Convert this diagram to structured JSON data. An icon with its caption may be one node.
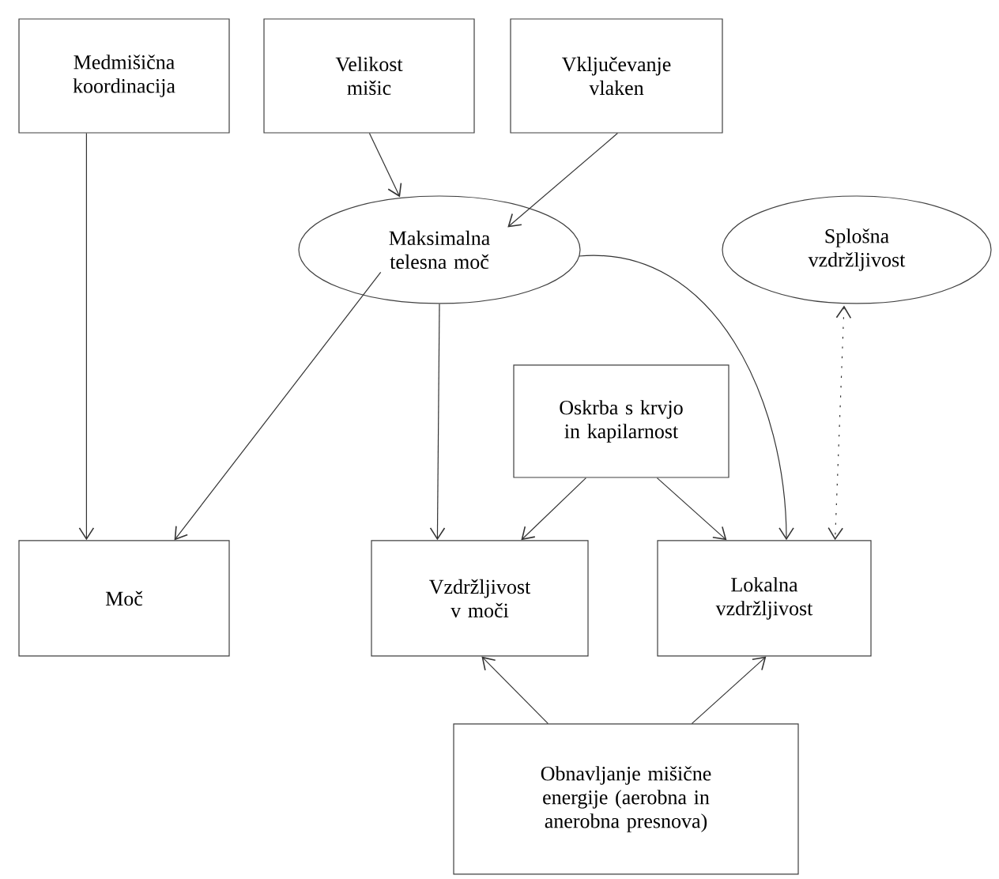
{
  "diagram": {
    "nodes": [
      {
        "text": [
          "Medmišična koordinacija"
        ]
      },
      {
        "text": [
          "Velikost mišic"
        ]
      },
      {
        "text": [
          "Vključevanje vlaken"
        ]
      },
      {
        "text": [
          "Maksimalna telesna moč"
        ]
      },
      {
        "text": [
          "Splošna vzdržljivost"
        ]
      },
      {
        "text": [
          "Oskrba s krvjo in kapilarnost"
        ]
      },
      {
        "text": [
          "Moč"
        ]
      },
      {
        "text": [
          "Vzdržljivost v moči"
        ]
      },
      {
        "text": [
          "Lokalna vzdržljivost"
        ]
      },
      {
        "text": [
          "Obnavljanje mišične energije (aerobna in anerobna presnova)"
        ]
      }
    ],
    "edges": [
      {
        "from": 0,
        "to": 6,
        "arrow": "to"
      },
      {
        "from": 1,
        "to": 3,
        "arrow": "to"
      },
      {
        "from": 2,
        "to": 3,
        "arrow": "to"
      },
      {
        "from": 3,
        "to": 6,
        "arrow": "to"
      },
      {
        "from": 3,
        "to": 7,
        "arrow": "to"
      },
      {
        "from": 3,
        "to": 8,
        "arrow": "to"
      },
      {
        "from": 4,
        "to": 8,
        "arrow": "both",
        "style": "dashed"
      },
      {
        "from": 5,
        "to": 7,
        "arrow": "to"
      },
      {
        "from": 5,
        "to": 8,
        "arrow": "to"
      },
      {
        "from": 9,
        "to": 7,
        "arrow": "to"
      },
      {
        "from": 9,
        "to": 8,
        "arrow": "to"
      }
    ]
  }
}
